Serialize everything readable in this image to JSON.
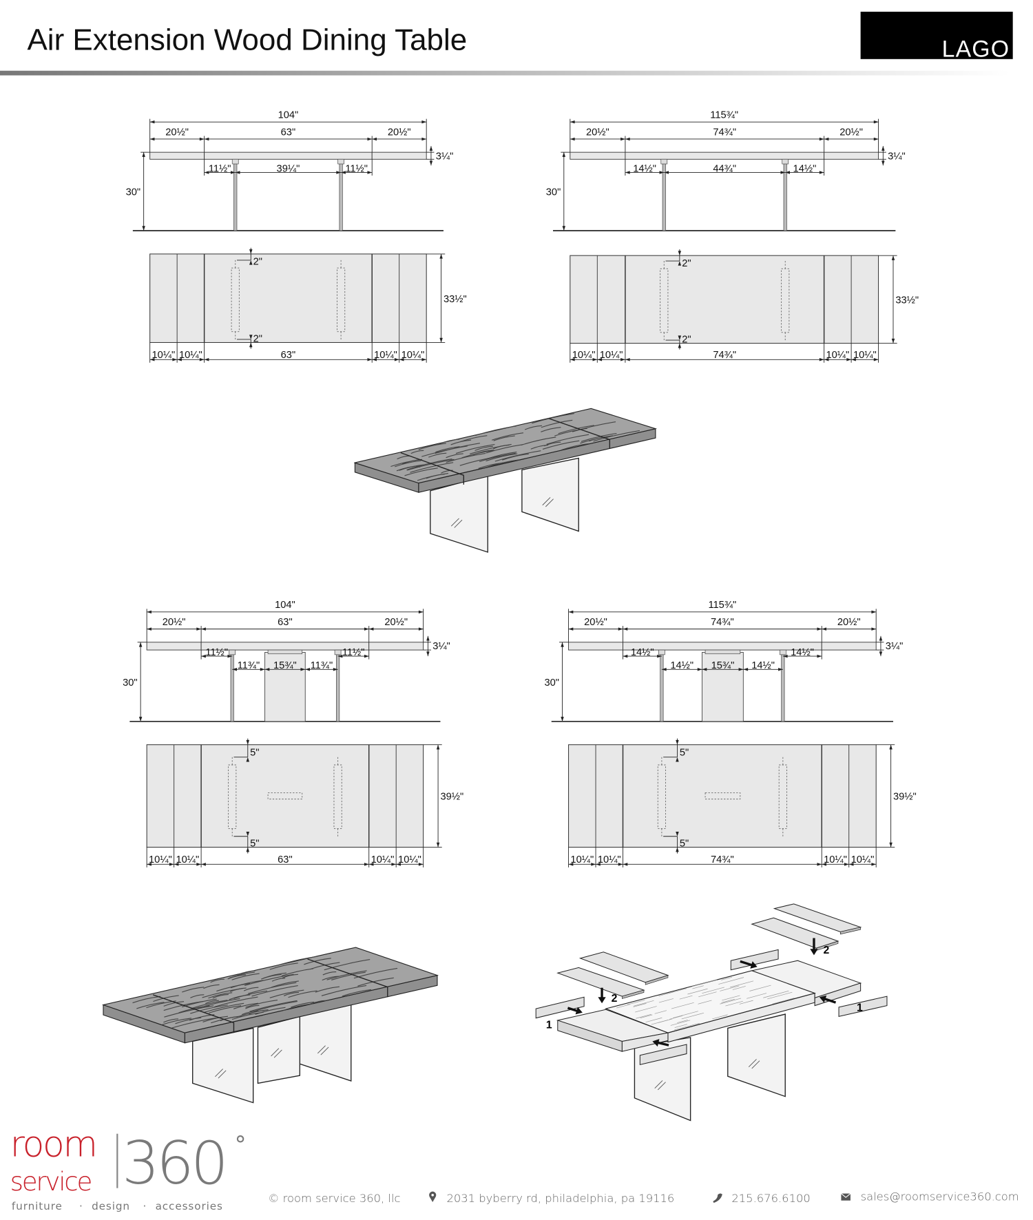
{
  "header": {
    "title": "Air Extension Wood Dining Table",
    "brand_logo": "LAGO"
  },
  "colors": {
    "brand_black": "#000000",
    "logo_red": "#c8202a",
    "logo_gray": "#7a7a7a",
    "panel_fill": "#e8e8e8",
    "wood_fill": "#9c9c9c",
    "glass_fill": "#f3f3f3"
  },
  "diagrams": [
    {
      "overall": "104\"",
      "sections": [
        "20½\"",
        "63\"",
        "20½\""
      ],
      "thickness": "3¼\"",
      "height": "30\"",
      "leg_dims": [
        "11½\"",
        "39¼\"",
        "11½\""
      ],
      "panel_dims": [],
      "plan_width": "33½\"",
      "plan_offsets": [
        "2\"",
        "2\""
      ],
      "plan_bottom": [
        "10¼\"",
        "10¼\"",
        "63\"",
        "10¼\"",
        "10¼\""
      ]
    },
    {
      "overall": "115¾\"",
      "sections": [
        "20½\"",
        "74¾\"",
        "20½\""
      ],
      "thickness": "3¼\"",
      "height": "30\"",
      "leg_dims": [
        "14½\"",
        "44¾\"",
        "14½\""
      ],
      "panel_dims": [],
      "plan_width": "33½\"",
      "plan_offsets": [
        "2\"",
        "2\""
      ],
      "plan_bottom": [
        "10¼\"",
        "10¼\"",
        "74¾\"",
        "10¼\"",
        "10¼\""
      ]
    },
    {
      "overall": "104\"",
      "sections": [
        "20½\"",
        "63\"",
        "20½\""
      ],
      "thickness": "3¼\"",
      "height": "30\"",
      "leg_dims": [
        "11½\"",
        "11½\""
      ],
      "panel_dims": [
        "11¾\"",
        "15¾\"",
        "11¾\""
      ],
      "plan_width": "39½\"",
      "plan_offsets": [
        "5\"",
        "5\""
      ],
      "plan_bottom": [
        "10¼\"",
        "10¼\"",
        "63\"",
        "10¼\"",
        "10¼\""
      ]
    },
    {
      "overall": "115¾\"",
      "sections": [
        "20½\"",
        "74¾\"",
        "20½\""
      ],
      "thickness": "3¼\"",
      "height": "30\"",
      "leg_dims": [
        "14½\"",
        "14½\""
      ],
      "panel_dims": [
        "14½\"",
        "15¾\"",
        "14½\""
      ],
      "plan_width": "39½\"",
      "plan_offsets": [
        "5\"",
        "5\""
      ],
      "plan_bottom": [
        "10¼\"",
        "10¼\"",
        "74¾\"",
        "10¼\"",
        "10¼\""
      ]
    }
  ],
  "assembly": {
    "step_1": "1",
    "step_2": "2"
  },
  "footer": {
    "logo_room": "room",
    "logo_service": "service",
    "logo_360": "360",
    "logo_degree": "°",
    "tagline": [
      "furniture",
      "design",
      "accessories"
    ],
    "tagline_separator": "·",
    "copyright": "© room service 360, llc",
    "address_icon": "map-pin-icon",
    "address": "2031 byberry rd, philadelphia, pa 19116",
    "phone_icon": "phone-icon",
    "phone": "215.676.6100",
    "email_icon": "envelope-icon",
    "email": "sales@roomservice360.com"
  }
}
